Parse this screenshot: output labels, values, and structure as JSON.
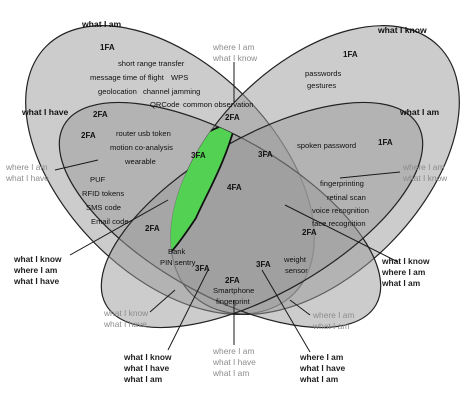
{
  "sets": {
    "top_left": {
      "name": "what I am",
      "level": "1FA"
    },
    "top_right": {
      "name": "what I know",
      "level": "1FA"
    },
    "right": {
      "name": "what I am",
      "level": "1FA"
    },
    "left": {
      "name": "what I have",
      "level": "2FA"
    }
  },
  "region_items": {
    "top_left_only": [
      "short range transfer",
      "message time of flight",
      "WPS",
      "geolocation",
      "channel jamming",
      "QRCode",
      "common observation"
    ],
    "top_right_only": [
      "passwords",
      "gestures"
    ],
    "left_only": [
      "router usb token",
      "motion co-analysis",
      "wearable",
      "PUF",
      "RFID tokens",
      "SMS code",
      "Email code"
    ],
    "right_and_top_right": [
      "spoken password"
    ],
    "right_only": [
      "fingerprinting",
      "retinal scan",
      "voice recognition",
      "face recognition"
    ],
    "left_and_top_left_lower": [
      "Bank",
      "PIN sentry"
    ],
    "right_and_top_right_lower": [
      "weight",
      "sensor"
    ],
    "bottom_center": [
      "Smartphone",
      "fingerprint"
    ]
  },
  "region_levels": {
    "top_overlap": "2FA",
    "left_overlap": "2FA",
    "right_overlap": "3FA",
    "green_center": "3FA",
    "center": "4FA",
    "lower_left": "2FA",
    "lower_right": "2FA",
    "bottom_left": "3FA",
    "bottom_right": "3FA",
    "bottom_center": "2FA"
  },
  "callouts": {
    "top": [
      "where I am",
      "what I know"
    ],
    "left_top": [
      "where I am",
      "what I have"
    ],
    "right_top": [
      "where I am",
      "what I know"
    ],
    "left_bold": [
      "what I know",
      "where I am",
      "what I have"
    ],
    "right_mid": [
      "what I know",
      "where I am",
      "what I am"
    ],
    "bottom_left": [
      "what I know",
      "what I have"
    ],
    "bottom_right": [
      "where I am",
      "what I am"
    ],
    "bottom_1": [
      "what I know",
      "what I have",
      "what I am"
    ],
    "bottom_2": [
      "where I am",
      "what I have",
      "what I am"
    ],
    "bottom_3": [
      "where I am",
      "what I have",
      "what I am"
    ]
  },
  "colors": {
    "page_bg": "#ffffff",
    "ellipse_fill": "#9a9a9a",
    "ellipse_stroke": "#222222",
    "highlight": "#52d152",
    "callout_grey": "#8c8c8c",
    "callout_dark": "#1e1e1e"
  }
}
